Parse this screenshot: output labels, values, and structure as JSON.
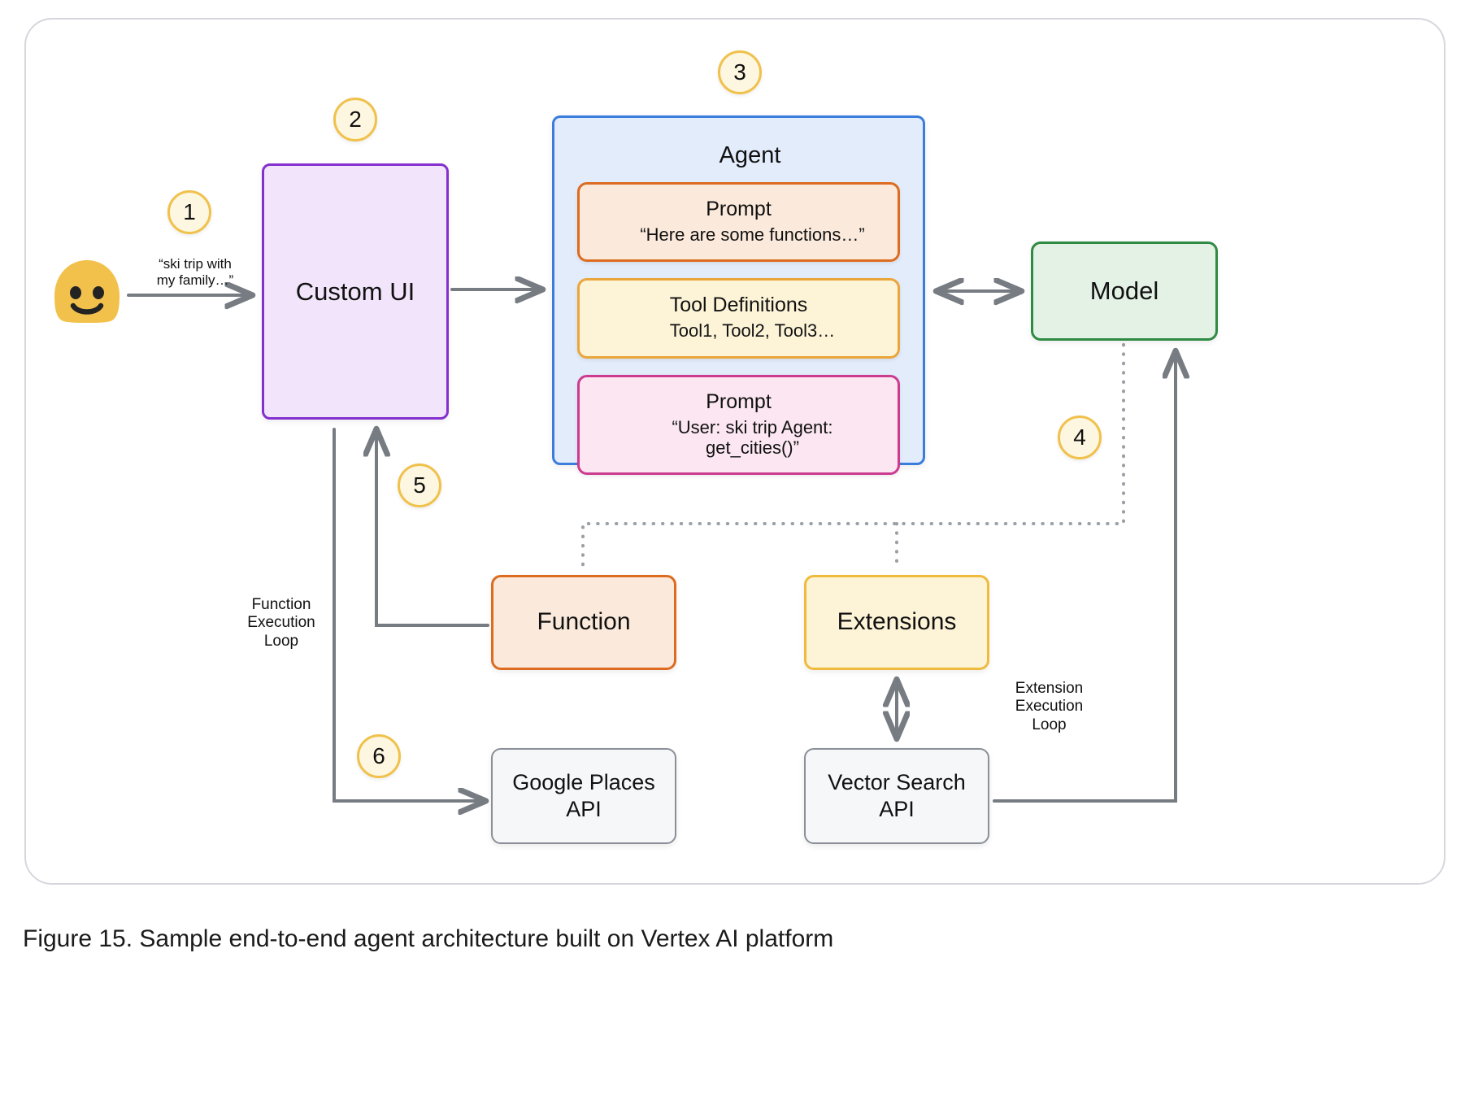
{
  "figure": {
    "caption": "Figure 15. Sample end-to-end agent architecture built on Vertex AI platform"
  },
  "colors": {
    "card_border": "#d5d7dd",
    "custom_ui_border": "#8430ce",
    "custom_ui_fill": "#f2e5fb",
    "agent_border": "#3b7ddd",
    "agent_fill": "#e3ecfb",
    "prompt_orange_border": "#dd6b20",
    "prompt_orange_fill": "#fbeadc",
    "tool_yellow_border": "#eaa63a",
    "tool_yellow_fill": "#fdf4d8",
    "prompt_pink_border": "#cc3b8f",
    "prompt_pink_fill": "#fbe6f1",
    "model_border": "#2f8a43",
    "model_fill": "#e4f1e5",
    "extensions_border": "#f0bb3d",
    "extensions_fill": "#fdf4d8",
    "api_border": "#8a8f98",
    "api_fill": "#f6f7f9",
    "marker_border": "#f0c14b",
    "marker_fill": "#fdf6e0",
    "arrow": "#777c83",
    "avatar": "#f2c14b"
  },
  "user": {
    "quote": "“ski trip with\nmy family…”"
  },
  "nodes": {
    "custom_ui": {
      "label": "Custom UI"
    },
    "agent": {
      "title": "Agent",
      "cards": [
        {
          "title": "Prompt",
          "text": "“Here are some functions…”"
        },
        {
          "title": "Tool Definitions",
          "text": "Tool1, Tool2, Tool3…"
        },
        {
          "title": "Prompt",
          "text": "“User: ski trip Agent: get_cities()”"
        }
      ]
    },
    "model": {
      "label": "Model"
    },
    "function": {
      "label": "Function"
    },
    "extensions": {
      "label": "Extensions"
    },
    "places_api": {
      "line1": "Google Places",
      "line2": "API"
    },
    "vector_api": {
      "line1": "Vector Search",
      "line2": "API"
    }
  },
  "markers": [
    {
      "id": "1",
      "label": "1"
    },
    {
      "id": "2",
      "label": "2"
    },
    {
      "id": "3",
      "label": "3"
    },
    {
      "id": "4",
      "label": "4"
    },
    {
      "id": "5",
      "label": "5"
    },
    {
      "id": "6",
      "label": "6"
    }
  ],
  "loop_labels": {
    "function_loop": "Function\nExecution\nLoop",
    "extension_loop": "Extension\nExecution\nLoop"
  },
  "edges": [
    {
      "from": "user",
      "to": "custom_ui",
      "style": "solid",
      "arrows": "forward"
    },
    {
      "from": "custom_ui",
      "to": "agent",
      "style": "solid",
      "arrows": "forward"
    },
    {
      "from": "agent",
      "to": "model",
      "style": "solid",
      "arrows": "both"
    },
    {
      "from": "model",
      "to": "function",
      "style": "dotted",
      "arrows": "none"
    },
    {
      "from": "model",
      "to": "extensions",
      "style": "dotted",
      "arrows": "none"
    },
    {
      "from": "function",
      "to": "custom_ui",
      "style": "solid",
      "arrows": "forward"
    },
    {
      "from": "custom_ui",
      "to": "places_api",
      "style": "solid",
      "arrows": "forward"
    },
    {
      "from": "extensions",
      "to": "vector_api",
      "style": "solid",
      "arrows": "both"
    },
    {
      "from": "vector_api",
      "to": "model",
      "style": "solid",
      "arrows": "forward"
    }
  ]
}
